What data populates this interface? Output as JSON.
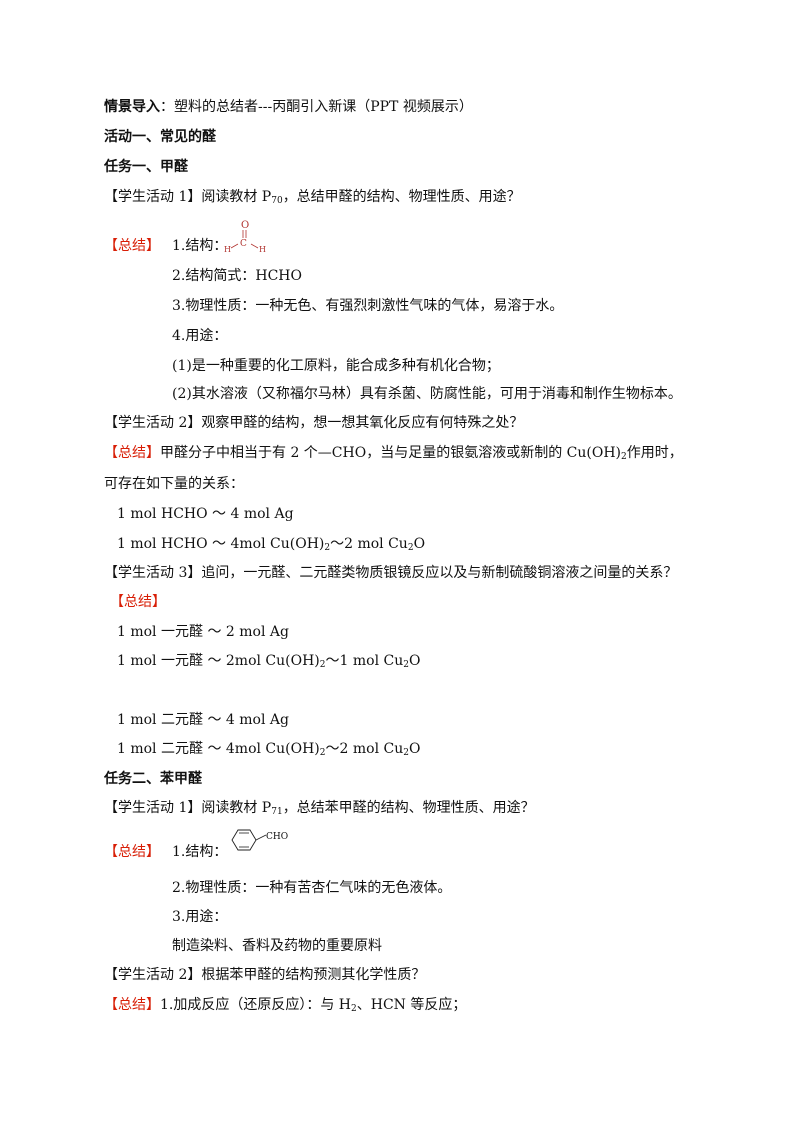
{
  "intro": {
    "label": "情景导入",
    "text": "：塑料的总结者---丙酮引入新课（PPT 视频展示）"
  },
  "activity1": {
    "title": "活动一、常见的醛"
  },
  "task1": {
    "title": "任务一、甲醛",
    "s1": {
      "label": "【学生活动 1】",
      "pre": "阅读教材 P",
      "sub": "70",
      "post": "，总结甲醛的结构、物理性质、用途？"
    },
    "summary_label": "【总结】",
    "structure_label": "1.结构：",
    "structure_atoms": {
      "o": "O",
      "c": "C",
      "h1": "H",
      "h2": "H"
    },
    "formula": "2.结构简式：HCHO",
    "physical": "3.物理性质：一种无色、有强烈刺激性气味的气体，易溶于水。",
    "use_title": "4.用途：",
    "use1": "(1)是一种重要的化工原料，能合成多种有机化合物；",
    "use2": "(2)其水溶液（又称福尔马林）具有杀菌、防腐性能，可用于消毒和制作生物标本。",
    "s2": {
      "label": "【学生活动 2】",
      "text": "观察甲醛的结构，想一想其氧化反应有何特殊之处？"
    },
    "summary2": {
      "label": "【总结】",
      "pre": "甲醛分子中相当于有 2 个—CHO，当与足量的银氨溶液或新制的 Cu(OH)",
      "sub": "2",
      "post": "作用时，"
    },
    "summary2_cont": "可存在如下量的关系：",
    "rel1": "1 mol HCHO ～ 4 mol Ag",
    "rel2": {
      "pre": "1 mol HCHO ～ 4mol Cu(OH)",
      "sub1": "2",
      "mid": "～2 mol Cu",
      "sub2": "2",
      "post": "O"
    },
    "s3": {
      "label": "【学生活动 3】",
      "text": "追问，一元醛、二元醛类物质银镜反应以及与新制硫酸铜溶液之间量的关系？"
    },
    "summary3_label": "【总结】",
    "rel3": "1 mol 一元醛 ～ 2 mol Ag",
    "rel4": {
      "pre": "1 mol 一元醛 ～ 2mol Cu(OH)",
      "sub1": "2",
      "mid": "～1 mol Cu",
      "sub2": "2",
      "post": "O"
    },
    "rel5": "1 mol 二元醛 ～ 4 mol Ag",
    "rel6": {
      "pre": "1 mol 二元醛 ～ 4mol Cu(OH)",
      "sub1": "2",
      "mid": "～2 mol Cu",
      "sub2": "2",
      "post": "O"
    }
  },
  "task2": {
    "title": "任务二、苯甲醛",
    "s1": {
      "label": "【学生活动 1】",
      "pre": "阅读教材 P",
      "sub": "71",
      "post": "，总结苯甲醛的结构、物理性质、用途？"
    },
    "summary_label": "【总结】",
    "structure_label": "1.结构：",
    "structure_group": "CHO",
    "physical": "2.物理性质：一种有苦杏仁气味的无色液体。",
    "use_title": "3.用途：",
    "use": "制造染料、香料及药物的重要原料",
    "s2": {
      "label": "【学生活动 2】",
      "text": "根据苯甲醛的结构预测其化学性质？"
    },
    "summary2": {
      "label": "【总结】",
      "pre": "1.加成反应（还原反应）：与 H",
      "sub": "2",
      "post": "、HCN 等反应；"
    }
  }
}
